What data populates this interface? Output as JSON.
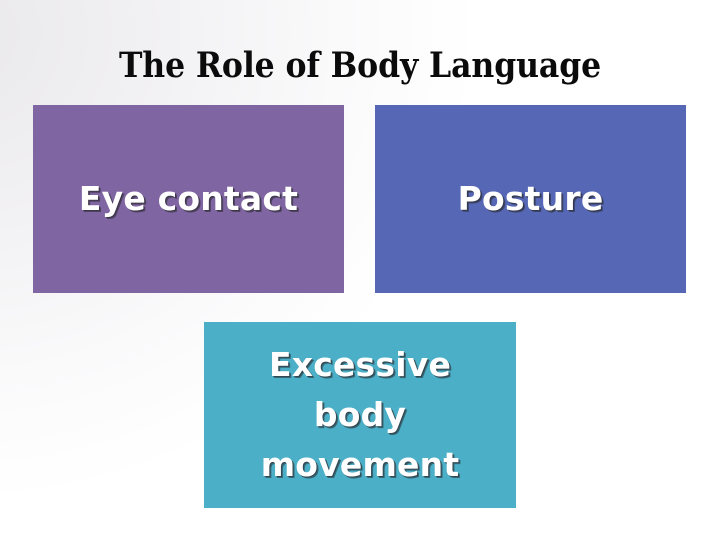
{
  "slide": {
    "title": "The Role of Body Language",
    "background_color": "#ffffff",
    "background_tint_color": "#e9e8ea",
    "title_color": "#0b0b0b"
  },
  "boxes": [
    {
      "id": "eye-contact",
      "label": "Eye contact",
      "fill_color": "#8065a3",
      "text_color": "#ffffff"
    },
    {
      "id": "posture",
      "label": "Posture",
      "fill_color": "#5668b5",
      "text_color": "#ffffff"
    },
    {
      "id": "excessive-movement",
      "label": "Excessive\nbody\nmovement",
      "fill_color": "#4aafc7",
      "text_color": "#ffffff"
    }
  ]
}
